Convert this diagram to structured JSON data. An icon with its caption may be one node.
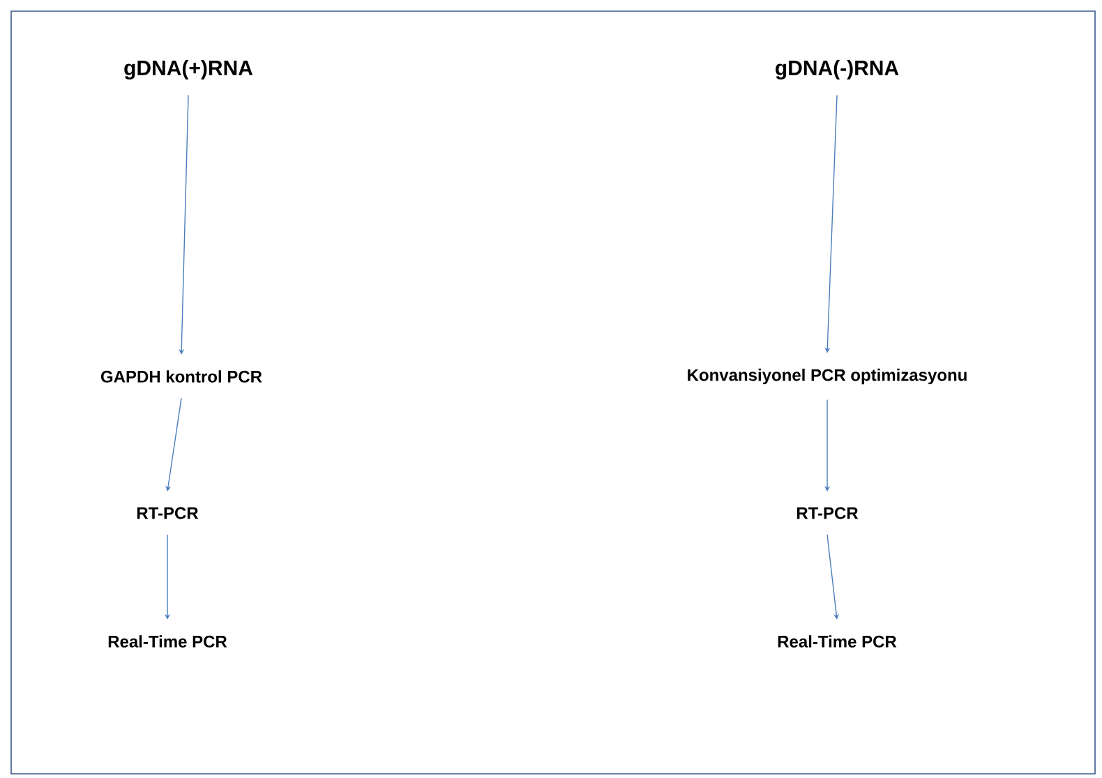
{
  "diagram": {
    "nodes": [
      {
        "text": [
          "gDNA(+)RNA"
        ]
      },
      {
        "text": [
          "GAPDH  kontrol PCR"
        ]
      },
      {
        "text": [
          "RT-PCR"
        ]
      },
      {
        "text": [
          "Real-Time PCR"
        ]
      },
      {
        "text": [
          "gDNA(-)RNA"
        ]
      },
      {
        "text": [
          "Konvansiyonel PCR optimizasyonu"
        ]
      },
      {
        "text": [
          "RT-PCR"
        ]
      },
      {
        "text": [
          "Real-Time PCR"
        ]
      }
    ],
    "edges": [
      {
        "from": 0,
        "to": 1,
        "arrow": "to"
      },
      {
        "from": 1,
        "to": 2,
        "arrow": "to"
      },
      {
        "from": 2,
        "to": 3,
        "arrow": "to"
      },
      {
        "from": 4,
        "to": 5,
        "arrow": "to"
      },
      {
        "from": 5,
        "to": 6,
        "arrow": "to"
      },
      {
        "from": 6,
        "to": 7,
        "arrow": "to"
      }
    ]
  }
}
